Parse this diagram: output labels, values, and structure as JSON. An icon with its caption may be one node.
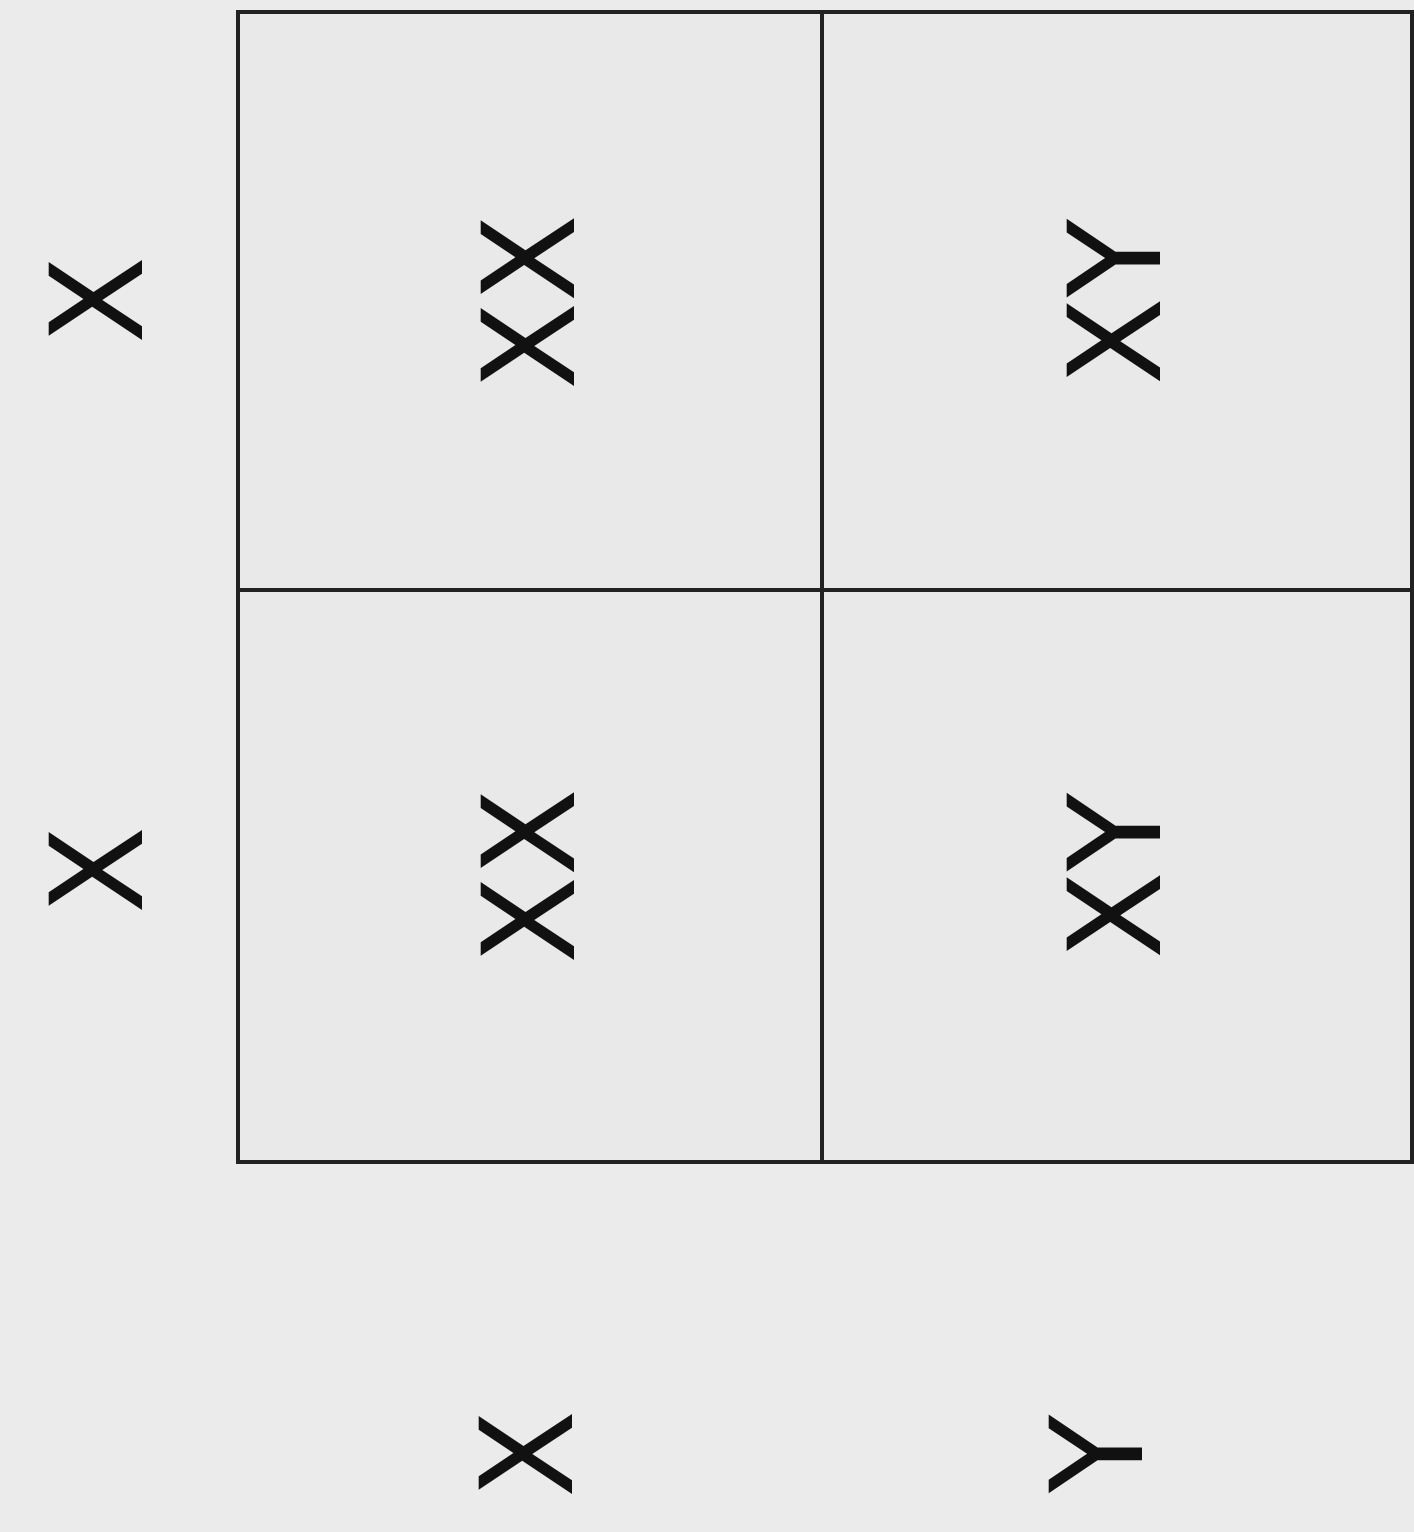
{
  "diagram": {
    "nodes": [
      {
        "text": [
          "XX"
        ]
      },
      {
        "text": [
          "XY"
        ]
      },
      {
        "text": [
          "XX"
        ]
      },
      {
        "text": [
          "XY"
        ]
      }
    ],
    "labels": [
      "X",
      "X",
      "X",
      "Y"
    ]
  }
}
